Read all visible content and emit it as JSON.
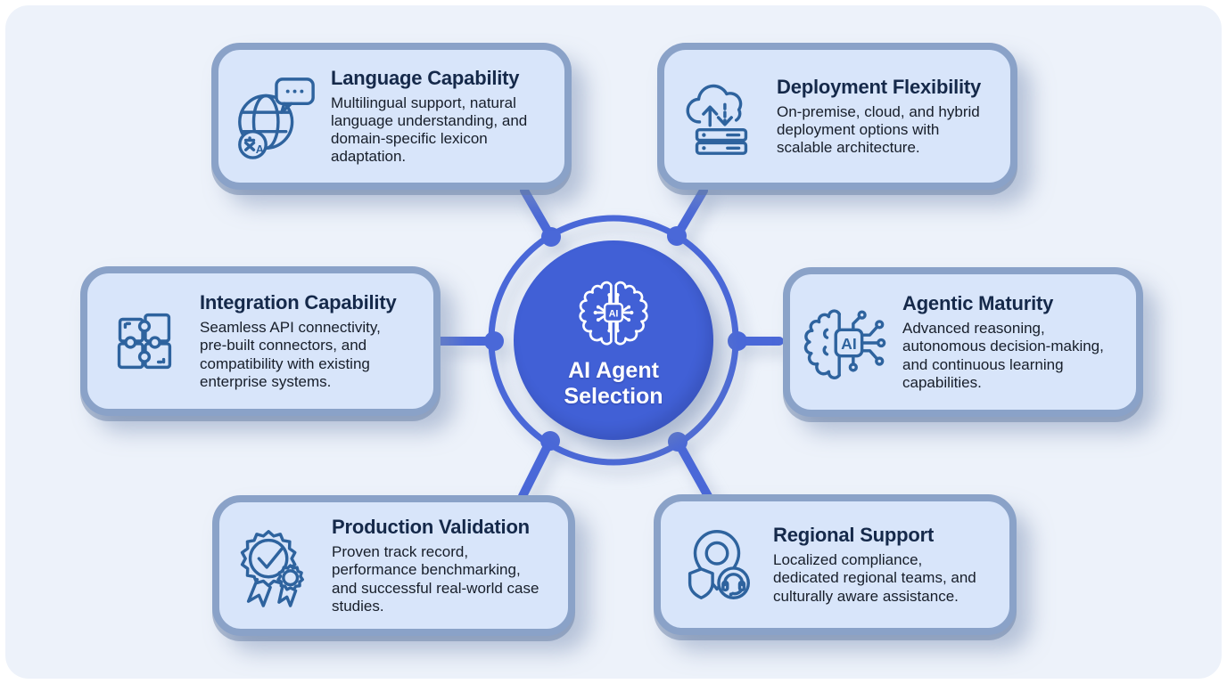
{
  "hub": {
    "label": "AI Agent\nSelection",
    "icon": "brain-ai-chip-icon"
  },
  "cards": [
    {
      "id": "language-capability",
      "position": "top-left",
      "icon": "globe-translate-icon",
      "title": "Language Capability",
      "description": "Multilingual support, natural\nlanguage understanding, and\ndomain-specific lexicon\nadaptation."
    },
    {
      "id": "deployment-flexibility",
      "position": "top-right",
      "icon": "cloud-deploy-icon",
      "title": "Deployment Flexibility",
      "description": "On-premise, cloud, and hybrid\ndeployment options with\nscalable architecture."
    },
    {
      "id": "integration-capability",
      "position": "middle-left",
      "icon": "puzzle-icon",
      "title": "Integration Capability",
      "description": "Seamless API connectivity,\npre-built connectors, and\ncompatibility with existing\nenterprise systems."
    },
    {
      "id": "agentic-maturity",
      "position": "middle-right",
      "icon": "brain-circuit-icon",
      "title": "Agentic Maturity",
      "description": "Advanced reasoning,\nautonomous decision-making,\nand continuous learning\ncapabilities."
    },
    {
      "id": "production-validation",
      "position": "bottom-left",
      "icon": "award-check-icon",
      "title": "Production Validation",
      "description": "Proven track record,\nperformance benchmarking,\nand successful real-world case\nstudies."
    },
    {
      "id": "regional-support",
      "position": "bottom-right",
      "icon": "pin-support-icon",
      "title": "Regional Support",
      "description": "Localized compliance,\ndedicated regional teams, and\nculturally aware assistance."
    }
  ],
  "colors": {
    "canvas_bg": "#ffffff",
    "panel_bg": "#edf2fa",
    "card_bg": "#d8e5fa",
    "card_border": "#8aa2c8",
    "connector": "#4a68d8",
    "hub_bg": "#4160d6",
    "hub_text": "#ffffff",
    "icon_stroke": "#2e639e",
    "title_color": "#15294a",
    "text_color": "#171e2a"
  }
}
